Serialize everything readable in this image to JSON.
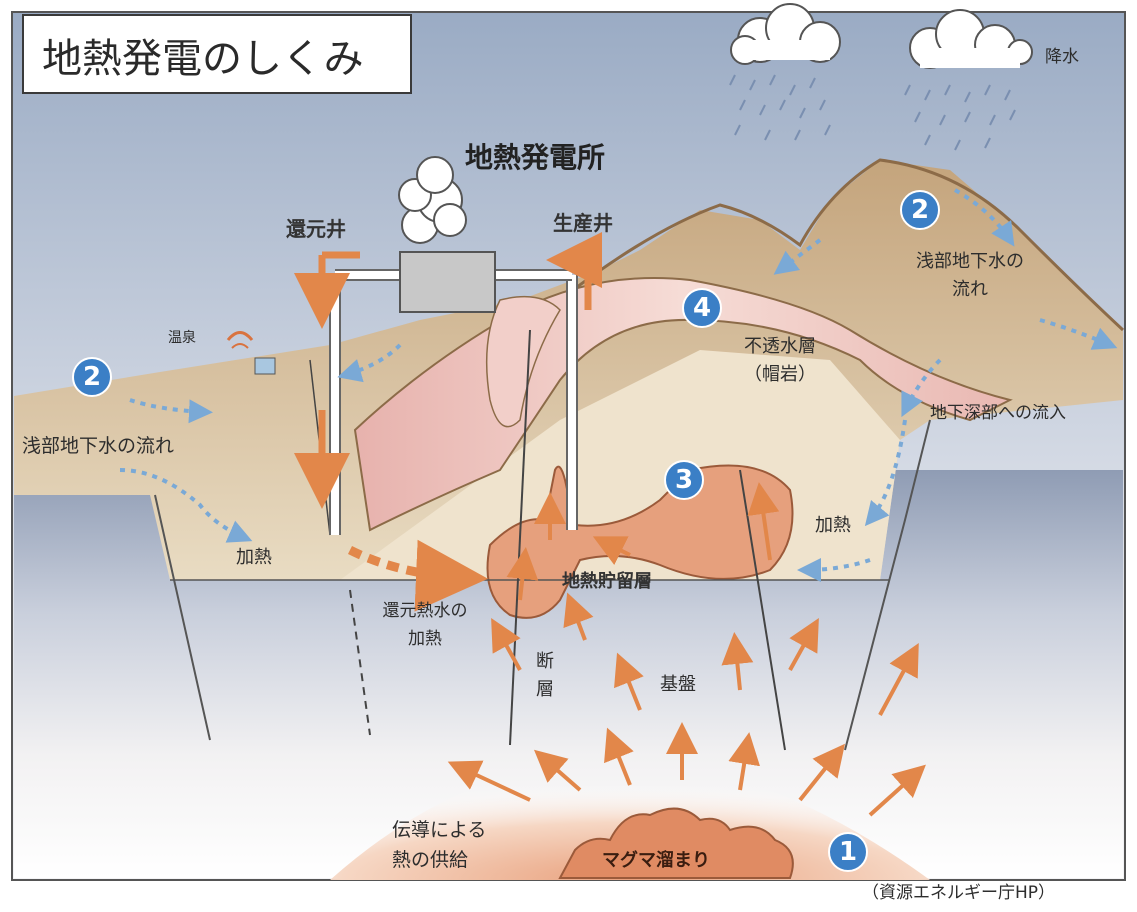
{
  "title": "地熱発電のしくみ",
  "source": "（資源エネルギー庁HP）",
  "labels": {
    "precipitation": "降水",
    "power_plant": "地熱発電所",
    "reinjection_well": "還元井",
    "production_well": "生産井",
    "hot_spring": "温泉",
    "shallow_flow_right_1": "浅部地下水の",
    "shallow_flow_right_2": "流れ",
    "shallow_flow_left": "浅部地下水の流れ",
    "impermeable_1": "不透水層",
    "impermeable_2": "（帽岩）",
    "deep_flow": "地下深部への流入",
    "heating_right": "加熱",
    "heating_left": "加熱",
    "reservoir": "地熱貯留層",
    "reinjection_heat_1": "還元熱水の",
    "reinjection_heat_2": "加熱",
    "fault_1": "断",
    "fault_2": "層",
    "basement": "基盤",
    "conduction_1": "伝導による",
    "conduction_2": "熱の供給",
    "magma": "マグマ溜まり"
  },
  "markers": {
    "one": "1",
    "two": "2",
    "three": "3",
    "four": "4"
  },
  "colors": {
    "sky_top": "#9fb0c8",
    "soil": "#c8ab86",
    "soil_light": "#e8dcc4",
    "caprock": "#efc6c3",
    "reservoir": "#e6a07d",
    "arrow_orange": "#e2874a",
    "marker_blue": "#3b7fc6",
    "flow_blue": "#7aa9d6"
  }
}
